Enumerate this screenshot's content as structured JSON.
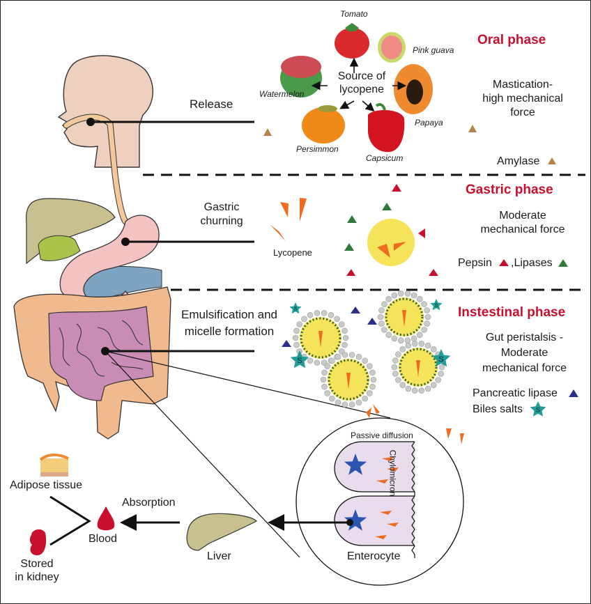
{
  "diagram": {
    "title": "Lycopene digestion and absorption pathway",
    "colors": {
      "phase_heading": "#c8102e",
      "skin": "#efcfbe",
      "esophagus": "#f3c89a",
      "stomach": "#f4c2c0",
      "liver": "#c9c08f",
      "gallbladder": "#a9c24a",
      "pancreas": "#7ea4c4",
      "large_intestine": "#f0b98e",
      "small_intestine": "#c98db5",
      "micelle_core": "#f5e35a",
      "lycopene": "#ef6b1f",
      "amylase": "#b8834a",
      "pepsin": "#c8102e",
      "lipase": "#2d7a3a",
      "pancreatic_lipase": "#2a2f8a",
      "bile_salt": "#1f9e95",
      "enterocyte": "#e8dced",
      "chylomicron": "#2b56b0",
      "blood": "#c8102e"
    },
    "phases": [
      {
        "id": "oral",
        "heading": "Oral phase",
        "process_label": "Release",
        "description": [
          "Mastication-",
          "high mechanical",
          "force"
        ],
        "enzymes": [
          {
            "name": "Amylase",
            "symbol": "triangle",
            "color_key": "amylase"
          }
        ]
      },
      {
        "id": "gastric",
        "heading": "Gastric phase",
        "process_label": [
          "Gastric",
          "churning"
        ],
        "description": [
          "Moderate",
          "mechanical force"
        ],
        "enzymes_line": {
          "pepsin": "Pepsin",
          "lipases": ",Lipases"
        }
      },
      {
        "id": "intestinal",
        "heading": "Instestinal phase",
        "process_label": [
          "Emulsification and",
          "micelle formation"
        ],
        "description": [
          "Gut peristalsis -",
          "Moderate",
          "mechanical force"
        ],
        "enzymes": [
          {
            "name": "Pancreatic lipase",
            "symbol": "triangle",
            "color_key": "pancreatic_lipase"
          },
          {
            "name": "Biles salts",
            "symbol": "star-s",
            "color_key": "bile_salt"
          }
        ]
      }
    ],
    "lycopene_sources": {
      "center_label": [
        "Source of",
        "lycopene"
      ],
      "fruits": [
        "Tomato",
        "Pink guava",
        "Papaya",
        "Capsicum",
        "Persimmon",
        "Watermelon"
      ]
    },
    "lycopene_label": "Lycopene",
    "bile_salt_symbol": "S",
    "absorption": {
      "passive_diffusion": "Passive diffusion",
      "chylomicron": "Chylomicron",
      "enterocyte": "Enterocyte",
      "liver": "Liver",
      "absorption": "Absorption",
      "blood": "Blood",
      "adipose": "Adipose tissue",
      "kidney": [
        "Stored",
        "in kidney"
      ]
    }
  }
}
